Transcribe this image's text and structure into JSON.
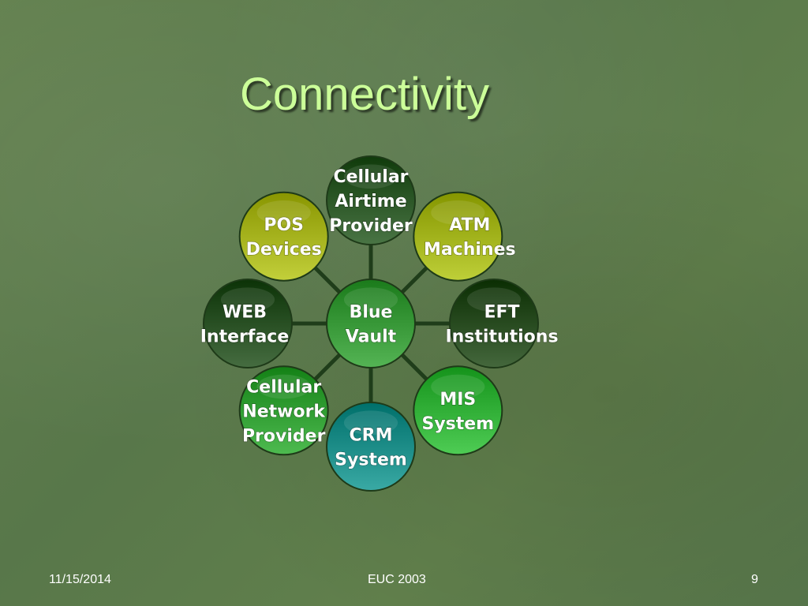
{
  "slide": {
    "title": "Connectivity",
    "footer": {
      "date": "11/15/2014",
      "center": "EUC 2003",
      "page_number": "9"
    }
  },
  "diagram": {
    "center": {
      "lines": [
        "Blue",
        "Vault"
      ],
      "color": "#3a9a3a"
    },
    "nodes": [
      {
        "id": "cellular-airtime-provider",
        "lines": [
          "Cellular",
          "Airtime",
          "Provider"
        ],
        "color": "#2f5a2a"
      },
      {
        "id": "atm-machines",
        "lines": [
          "ATM",
          "Machines"
        ],
        "color": "#a4b51e"
      },
      {
        "id": "eft-institutions",
        "lines": [
          "EFT",
          "Institutions"
        ],
        "color": "#2a4d22"
      },
      {
        "id": "mis-system",
        "lines": [
          "MIS",
          "System"
        ],
        "color": "#34b23a"
      },
      {
        "id": "crm-system",
        "lines": [
          "CRM",
          "System"
        ],
        "color": "#1f8f8a"
      },
      {
        "id": "cellular-network-provider",
        "lines": [
          "Cellular",
          "Network",
          "Provider"
        ],
        "color": "#33a035"
      },
      {
        "id": "web-interface",
        "lines": [
          "WEB",
          "Interface"
        ],
        "color": "#2b5226"
      },
      {
        "id": "pos-devices",
        "lines": [
          "POS",
          "Devices"
        ],
        "color": "#a8b520"
      }
    ],
    "connector_color": "#1f3d1a"
  }
}
